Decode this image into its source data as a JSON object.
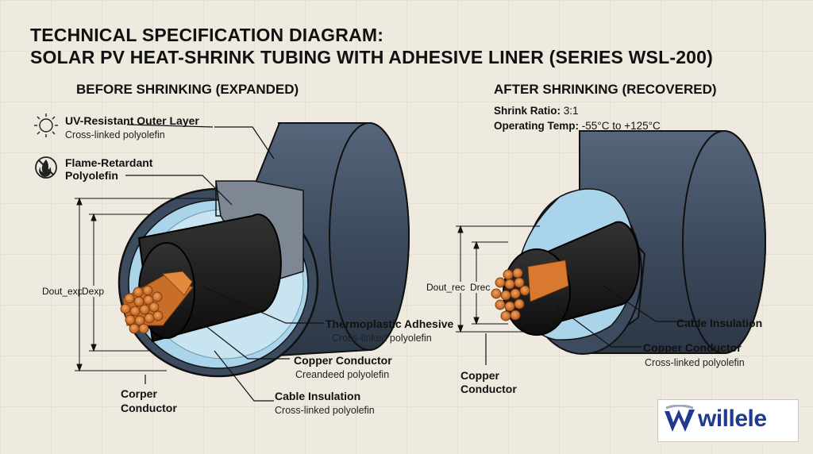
{
  "title": {
    "line1": "TECHNICAL SPECIFICATION DIAGRAM:",
    "line2": "SOLAR PV HEAT-SHRINK TUBING WITH ADHESIVE LINER (SERIES WSL-200)"
  },
  "before": {
    "heading": "BEFORE SHRINKING (EXPANDED)",
    "uv_layer": {
      "label": "UV-Resistant Outer Layer",
      "sub": "Cross-linked polyolefin"
    },
    "flame": {
      "label_line1": "Flame-Retardant",
      "label_line2": "Polyolefin"
    },
    "adhesive": {
      "label": "Thermoplastic Adhesive",
      "sub": "Cross-linked polyolefin"
    },
    "copper": {
      "label": "Copper Conductor",
      "sub": "Creandeed polyolefin"
    },
    "insulation": {
      "label": "Cable Insulation",
      "sub": "Cross-linked polyolefin"
    },
    "corper": {
      "line1": "Corper",
      "line2": "Conductor"
    },
    "dim_outer": "Dout_exp",
    "dim_inner": "Dexp"
  },
  "after": {
    "heading": "AFTER SHRINKING (RECOVERED)",
    "shrink_ratio_label": "Shrink Ratio:",
    "shrink_ratio_value": "3:1",
    "temp_label": "Operating Temp:",
    "temp_value": "-55°C to +125°C",
    "insulation": {
      "label": "Cable Insulation"
    },
    "copper": {
      "label": "Copper Conductor",
      "sub": "Cross-linked polyolefin"
    },
    "copper_left": {
      "line1": "Copper",
      "line2": "Conductor"
    },
    "dim_outer": "Dout_rec",
    "dim_inner": "Drec"
  },
  "logo": {
    "text": "willele"
  },
  "colors": {
    "jacket": "#3d4b5e",
    "liner": "#a9d4ea",
    "insulation": "#1a1a1a",
    "copper": "#d9782f",
    "background": "#efeadf"
  },
  "icons": [
    "sun-icon",
    "no-fire-icon",
    "logo-mark-icon"
  ]
}
